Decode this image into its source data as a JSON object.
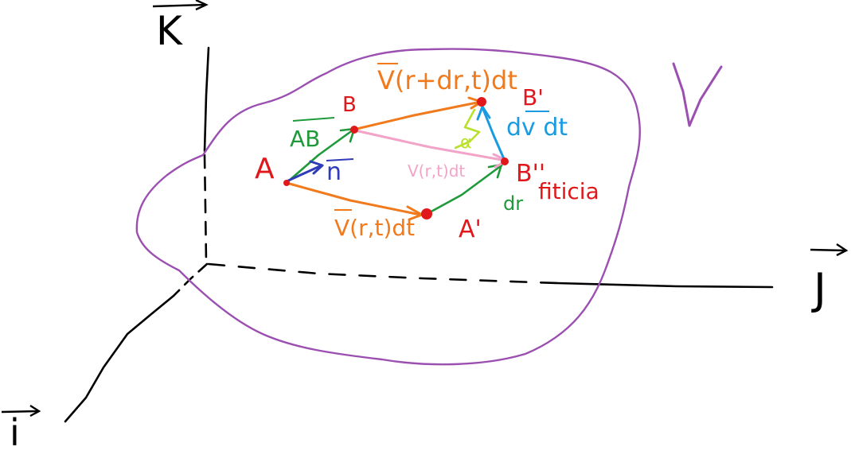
{
  "axes": {
    "k_label": "K",
    "j_label": "J",
    "i_label": "i"
  },
  "volume": {
    "label": "V"
  },
  "points": {
    "A": "A",
    "B": "B",
    "A_prime": "A'",
    "B_prime": "B'",
    "B_second": "B''"
  },
  "vectors": {
    "AB": "AB",
    "n": "n",
    "v_r_t_dt": "V(r,t)dt",
    "v_r_dr_t_dt": "V(r+dr,t)dt",
    "dv_dt": "dv dt",
    "v_r2_t_dt": "V(r,t)dt",
    "dr": "dr"
  },
  "annotations": {
    "alpha": "α",
    "fiticia": "fiticia"
  },
  "colors": {
    "axis": "#000000",
    "volume": "#9b4fb0",
    "label_red": "#e0181c",
    "orange": "#f07a1c",
    "green": "#1e9a3a",
    "blue": "#2f3bb8",
    "cyan": "#1a9be0",
    "pink": "#f2a3c7",
    "lime": "#b9e02a"
  }
}
